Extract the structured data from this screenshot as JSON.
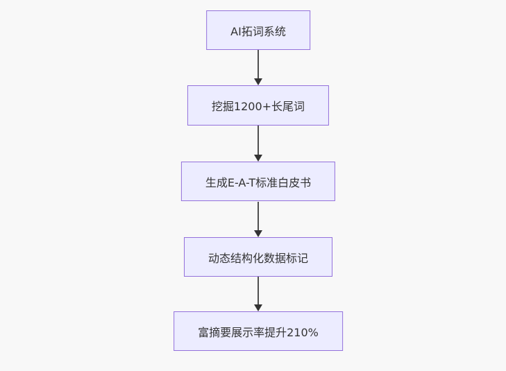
{
  "diagram": {
    "type": "flowchart",
    "direction": "top-down",
    "nodes": [
      "AI拓词系统",
      "挖掘1200+长尾词",
      "生成E-A-T标准白皮书",
      "动态结构化数据标记",
      "富摘要展示率提升210%"
    ],
    "edges": [
      {
        "from": 0,
        "to": 1
      },
      {
        "from": 1,
        "to": 2
      },
      {
        "from": 2,
        "to": 3
      },
      {
        "from": 3,
        "to": 4
      }
    ],
    "colors": {
      "node_fill": "#ECECFF",
      "node_border": "#9370DB",
      "arrow_line": "#4F4F4F",
      "arrow_head": "#333333",
      "text": "#333333",
      "background": "#F8F8F8"
    }
  }
}
